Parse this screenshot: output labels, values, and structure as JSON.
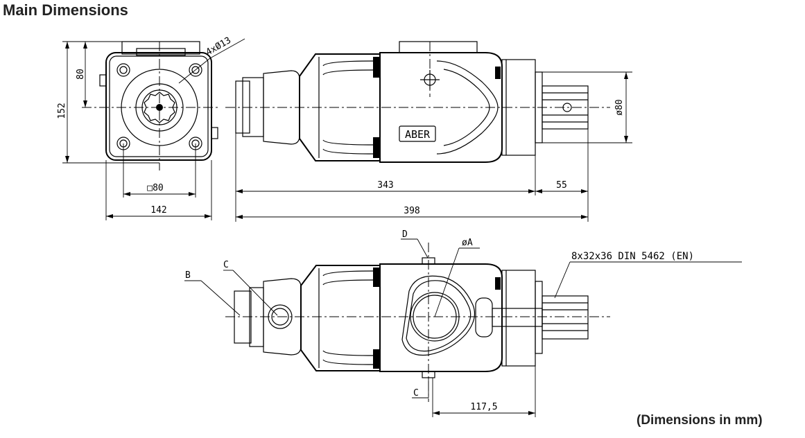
{
  "title": "Main Dimensions",
  "footer_note": "(Dimensions in mm)",
  "front_view": {
    "height_label": "152",
    "center_height_label": "80",
    "holes_label": "4xØ13",
    "bolt_square_label": "□80",
    "width_label": "142"
  },
  "side_view": {
    "brand_label": "ABER",
    "shaft_diameter_label": "ø80",
    "body_length_label": "343",
    "shaft_length_label": "55",
    "overall_length_label": "398"
  },
  "bottom_view": {
    "port_d_label": "D",
    "port_a_label": "øA",
    "spline_label": "8x32x36 DIN 5462 (EN)",
    "port_b_label": "B",
    "port_c_top_label": "C",
    "port_c_bottom_label": "C",
    "offset_label": "117,5"
  }
}
